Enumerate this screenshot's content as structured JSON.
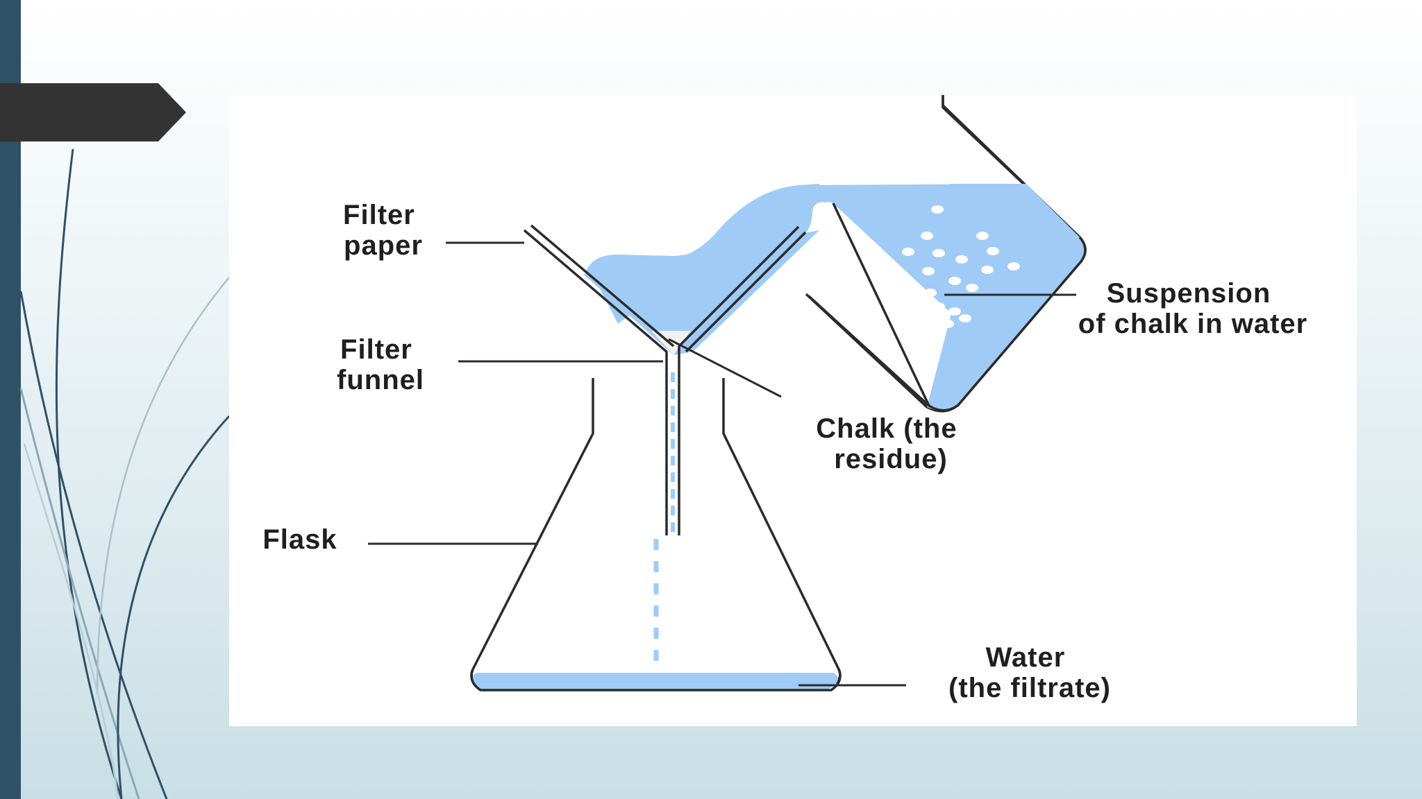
{
  "slide": {
    "accent_color": "#2f5168",
    "tab_color": "#333333"
  },
  "diagram": {
    "colors": {
      "liquid": "#9fcbf6",
      "outline": "#2b2b2b",
      "chalk": "#ffffff"
    },
    "labels": {
      "filter_paper": [
        "Filter",
        "paper"
      ],
      "filter_funnel": [
        "Filter",
        "funnel"
      ],
      "flask": [
        "Flask"
      ],
      "chalk_residue": [
        "Chalk (the",
        "residue)"
      ],
      "suspension": [
        "Suspension",
        "of chalk in water"
      ],
      "water_filtrate": [
        "Water",
        "(the filtrate)"
      ]
    }
  }
}
